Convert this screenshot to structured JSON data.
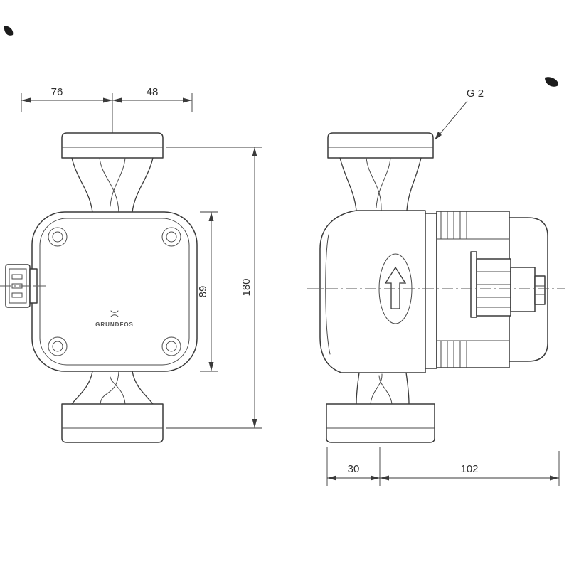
{
  "colors": {
    "line": "#3a3a3a",
    "background": "#ffffff"
  },
  "front_view": {
    "dim_top_left": "76",
    "dim_top_right": "48",
    "dim_body_height": "89",
    "dim_port_to_port": "180",
    "logo_text": "GRUNDFOS"
  },
  "side_view": {
    "thread_size": "G 2",
    "dim_axis_offset": "30",
    "dim_depth": "102"
  }
}
